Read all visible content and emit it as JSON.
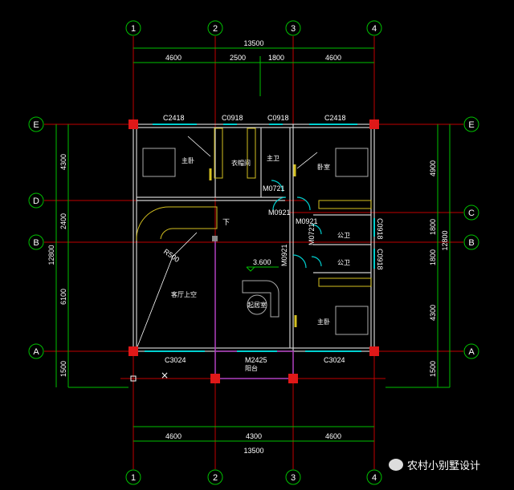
{
  "axes": {
    "columns": [
      "1",
      "2",
      "3",
      "4"
    ],
    "rows_left": [
      "E",
      "D",
      "B",
      "A"
    ],
    "rows_right": [
      "E",
      "C",
      "B",
      "A"
    ]
  },
  "dimensions": {
    "top_total": "13500",
    "top_segments": [
      "4600",
      "2500",
      "1800",
      "4600"
    ],
    "bottom_total": "13500",
    "bottom_segments": [
      "4600",
      "4300",
      "4600"
    ],
    "left_total": "12800",
    "left_segments": [
      "4300",
      "2400",
      "6100",
      "1500"
    ],
    "right_total": "12800",
    "right_segments": [
      "4900",
      "1800",
      "1800",
      "4300",
      "1500"
    ]
  },
  "openings": {
    "c2418_a": "C2418",
    "c0918_a": "C0918",
    "c0918_b": "C0918",
    "c2418_b": "C2418",
    "m0721_a": "M0721",
    "m0921_a": "M0921",
    "m0921_b": "M0921",
    "m0921_c": "M0921",
    "m0721_b": "M0721",
    "c0918_r1": "C0918",
    "c0918_r2": "C0918",
    "c3024_a": "C3024",
    "m2425": "M2425",
    "c3024_b": "C3024",
    "r500": "R500",
    "down": "下",
    "level": "3.600"
  },
  "rooms": {
    "master_bed_1": "主卧",
    "closet": "衣帽间",
    "master_bath": "主卫",
    "bedroom": "卧室",
    "public_bath_1": "公卫",
    "public_bath_2": "公卫",
    "living_void": "客厅上空",
    "family_room": "起居室",
    "master_bed_2": "主卧",
    "balcony": "阳台"
  },
  "watermark": "农村小别墅设计",
  "colors": {
    "axis": "#00c000",
    "wall": "#d0d0d0",
    "redline": "#c00000",
    "column": "#e01818",
    "window": "#00d0d0",
    "furniture": "#d4c020",
    "purple": "#b040c0"
  }
}
